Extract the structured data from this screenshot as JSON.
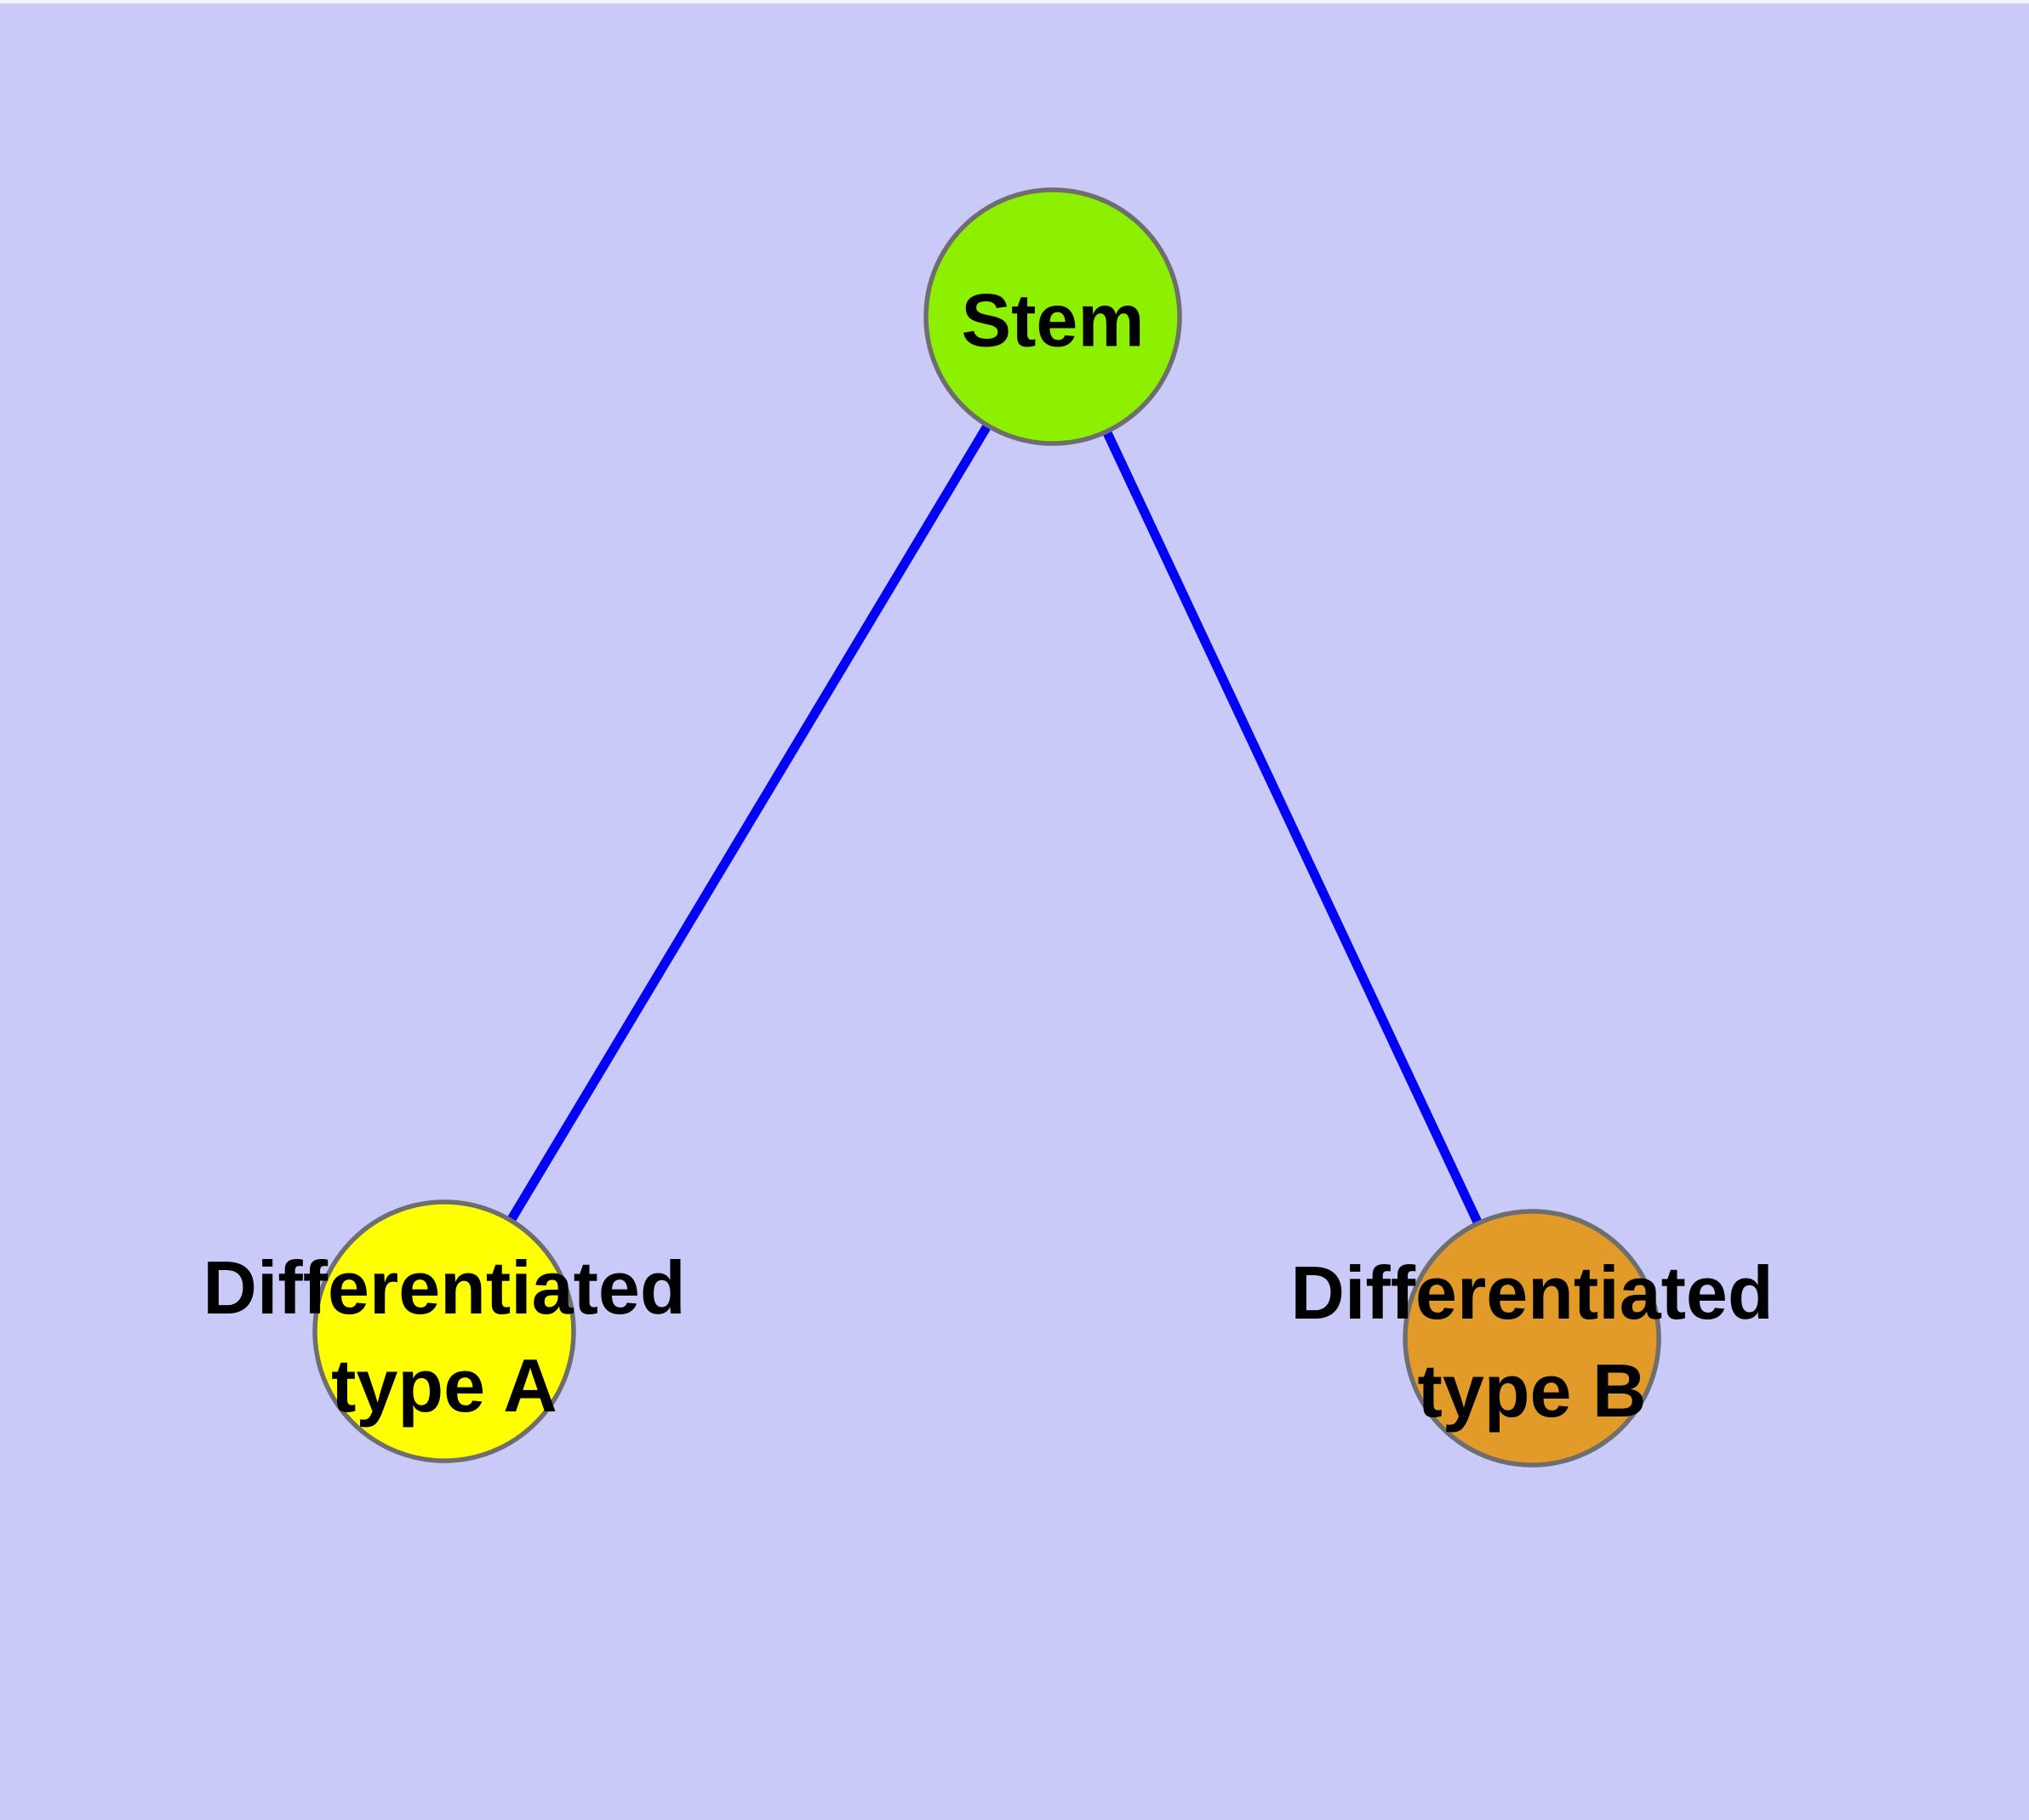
{
  "diagram": {
    "type": "node-link-graph",
    "background_color": "#CACAF8",
    "edge_color": "#0202F5",
    "node_border_color": "#6E6E6E",
    "text_color": "#000000",
    "nodes": [
      {
        "id": "stem",
        "label": "Stem",
        "fill": "#8CF000"
      },
      {
        "id": "differentiated-type-a",
        "label": "Differentiated type A",
        "line1": "Differentiated",
        "line2": "type A",
        "fill": "#FFFF00"
      },
      {
        "id": "differentiated-type-b",
        "label": "Differentiated type B",
        "line1": "Differentiated",
        "line2": "type B",
        "fill": "#E29A28"
      }
    ],
    "edges": [
      {
        "from": "Stem",
        "to": "Differentiated type A"
      },
      {
        "from": "Stem",
        "to": "Differentiated type B"
      }
    ]
  }
}
